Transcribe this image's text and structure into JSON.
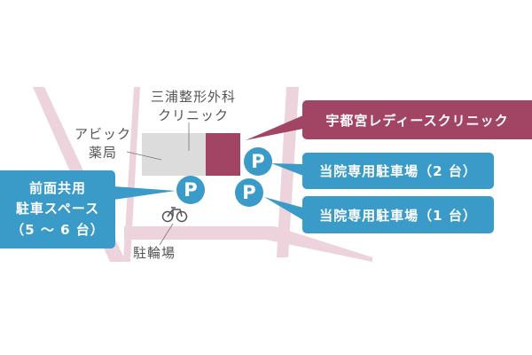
{
  "map": {
    "buildings": {
      "miura_clinic": [
        "三浦整形外科",
        "クリニック"
      ],
      "abic_pharmacy": [
        "アビック",
        "薬局"
      ]
    },
    "callouts": {
      "clinic": "宇都宮レディースクリニック",
      "parking_2": "当院専用駐車場（2 台）",
      "parking_1": "当院専用駐車場（1 台）",
      "shared_parking": [
        "前面共用",
        "駐車スペース",
        "（5 ～ 6 台）"
      ]
    },
    "parking_symbol": "P",
    "bicycle_parking": "駐輪場",
    "colors": {
      "road": "#ecd3dc",
      "clinic": "#a24463",
      "parking": "#3a9bc9",
      "building": "#dcdcdc"
    }
  }
}
